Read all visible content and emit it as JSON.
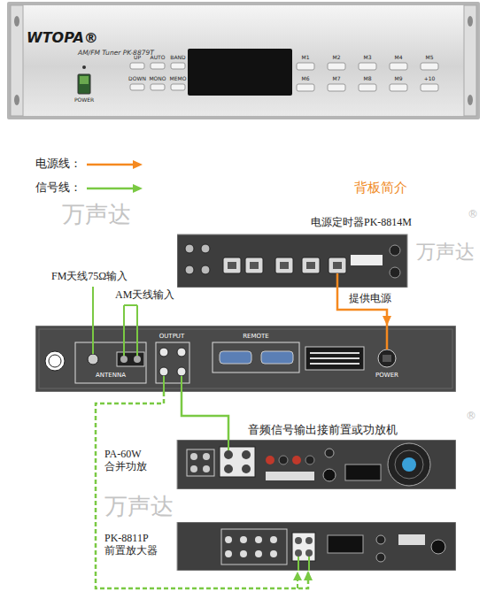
{
  "diagram": {
    "nodes": [
      {
        "text": [
          "WTOPA®",
          "AM/FM Tuner PK-8879T"
        ]
      },
      {
        "text": [
          "电源定时器PK-8814M"
        ]
      },
      {
        "text": [
          "ANTENNA",
          "OUTPUT",
          "REMOTE",
          "POWER"
        ]
      },
      {
        "text": [
          "PA-60W 合并功放"
        ]
      },
      {
        "text": [
          "PK-8811P 前置放大器"
        ]
      }
    ],
    "edges": [
      {
        "from": 1,
        "to": 2,
        "arrow": "to",
        "label": "提供电源"
      },
      {
        "from": 2,
        "to": 3,
        "arrow": "none",
        "label": "音频信号输出接前置或功放机"
      },
      {
        "from": 2,
        "to": 4,
        "arrow": "to"
      }
    ],
    "labels": [
      "UP",
      "AUTO",
      "BAND",
      "DOWN",
      "MONO",
      "MEMO",
      "M1",
      "M2",
      "M3",
      "M4",
      "M5",
      "M6",
      "M7",
      "M8",
      "M9",
      "+10",
      "POWER",
      "背板简介",
      "FM天线75Ω输入",
      "AM天线输入",
      "万声达",
      "万声达",
      "万声达",
      "®",
      "®"
    ],
    "legend": [
      {
        "text": "电源线："
      },
      {
        "text": "信号线："
      }
    ]
  }
}
